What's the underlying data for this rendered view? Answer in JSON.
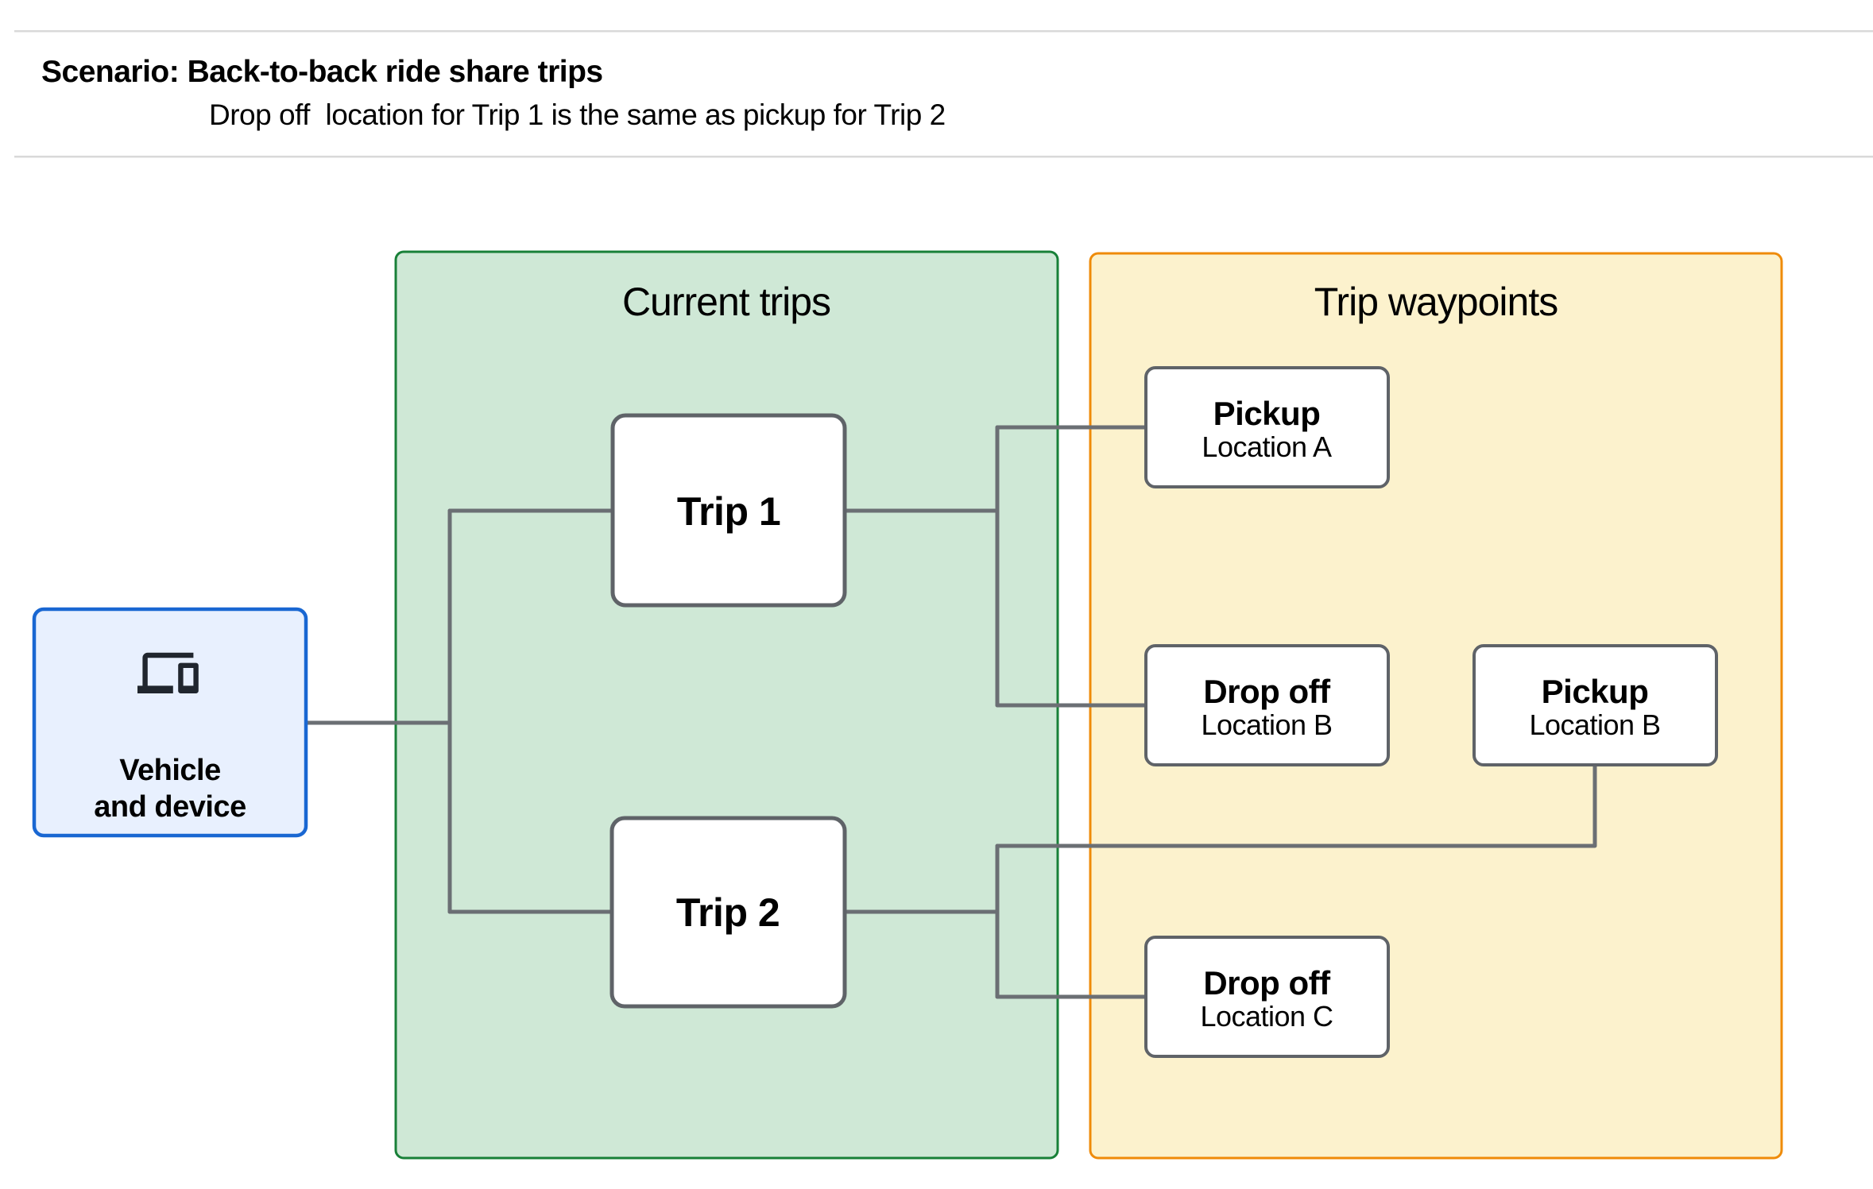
{
  "header": {
    "title": "Scenario: Back-to-back ride share trips",
    "subtitle": "Drop off  location for Trip 1 is the same as pickup for Trip 2"
  },
  "vehicle": {
    "line1": "Vehicle",
    "line2": "and device",
    "icon": "devices-icon"
  },
  "groups": {
    "current_trips": "Current trips",
    "trip_waypoints": "Trip waypoints"
  },
  "trips": [
    {
      "label": "Trip 1"
    },
    {
      "label": "Trip 2"
    }
  ],
  "waypoints": [
    {
      "title": "Pickup",
      "subtitle": "Location A"
    },
    {
      "title": "Drop off",
      "subtitle": "Location B"
    },
    {
      "title": "Pickup",
      "subtitle": "Location B"
    },
    {
      "title": "Drop off",
      "subtitle": "Location C"
    }
  ],
  "colors": {
    "vehicle_fill": "#e8f0fe",
    "vehicle_border": "#1967d2",
    "trips_fill": "#cfe8d6",
    "trips_border": "#188038",
    "waypoints_fill": "#fcf2cd",
    "waypoints_border": "#ef8b09",
    "node_fill": "#ffffff",
    "node_border": "#5f6368",
    "connector": "#6b6f74",
    "icon": "#20262e",
    "divider": "#d9d9d9",
    "text": "#000000"
  }
}
